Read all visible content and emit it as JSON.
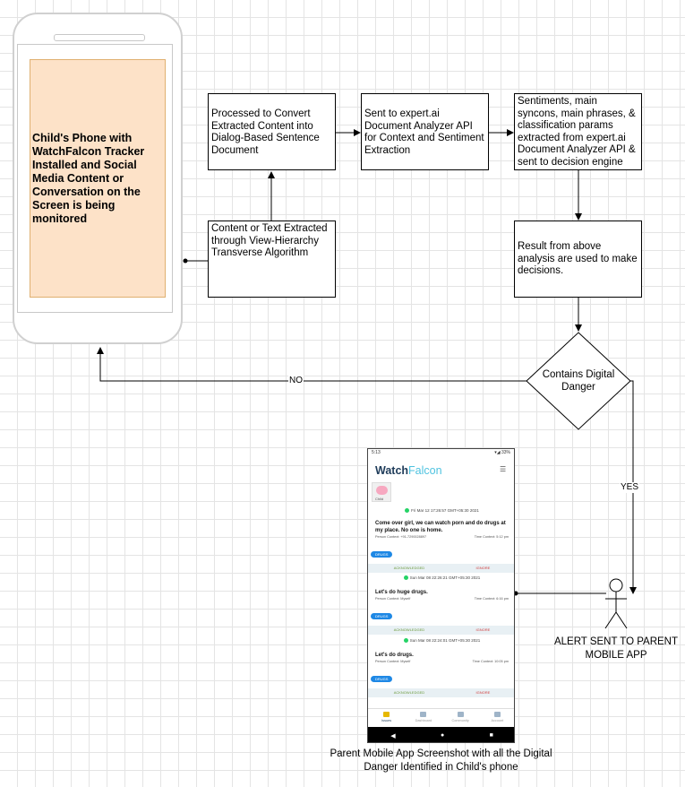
{
  "nodes": {
    "phone_screen": "Child's Phone with WatchFalcon Tracker Installed and Social Media Content or Conversation on the Screen is being monitored",
    "extract": "Content or Text Extracted through View-Hierarchy Transverse Algorithm",
    "process": "Processed to Convert Extracted Content into Dialog-Based Sentence Document",
    "send": "Sent to expert.ai Document Analyzer API for Context and Sentiment Extraction",
    "sentiments": "Sentiments, main syncons, main phrases, & classification params extracted from expert.ai Document Analyzer API & sent to decision engine",
    "result": "Result from above analysis are used to make decisions.",
    "decision": "Contains Digital Danger",
    "actor_label": "ALERT SENT TO PARENT MOBILE APP",
    "app_caption": "Parent Mobile App Screenshot with all the Digital Danger Identified in Child's phone"
  },
  "edges": {
    "no_label": "NO",
    "yes_label": "YES"
  },
  "app": {
    "status_time": "5:13",
    "status_right": "▾◢ 33%",
    "brand_a": "Watch",
    "brand_b": "Falcon",
    "filter_icon": "filter-icon",
    "avatar_name": "Child",
    "cards": [
      {
        "date": "Fri Mar 12 17:26:57 GMT+05:30 2021",
        "message": "Come over girl, we can watch porn and do drugs at my place. No one is home.",
        "person": "Person Context: +91-7290028897",
        "time": "Time Context: 5:12 pm",
        "tag": "DRUGS",
        "ack": "ACKNOWLEDGED",
        "ignore": "IGNORE"
      },
      {
        "date": "Sun Mar 08 22:26:21 GMT+05:30 2021",
        "message": "Let's do huge drugs.",
        "person": "Person Context: Myself",
        "time": "Time Context: 6:16 pm",
        "tag": "DRUGS",
        "ack": "ACKNOWLEDGED",
        "ignore": "IGNORE"
      },
      {
        "date": "Sun Mar 08 22:24:01 GMT+05:30 2021",
        "message": "Let's do drugs.",
        "person": "Person Context: Myself",
        "time": "Time Context: 10:05 pm",
        "tag": "DRUGS",
        "ack": "ACKNOWLEDGED",
        "ignore": "IGNORE"
      }
    ],
    "tabs": [
      "Issues",
      "Dashboard",
      "Community",
      "Account"
    ],
    "nav": [
      "◀",
      "●",
      "■"
    ]
  }
}
